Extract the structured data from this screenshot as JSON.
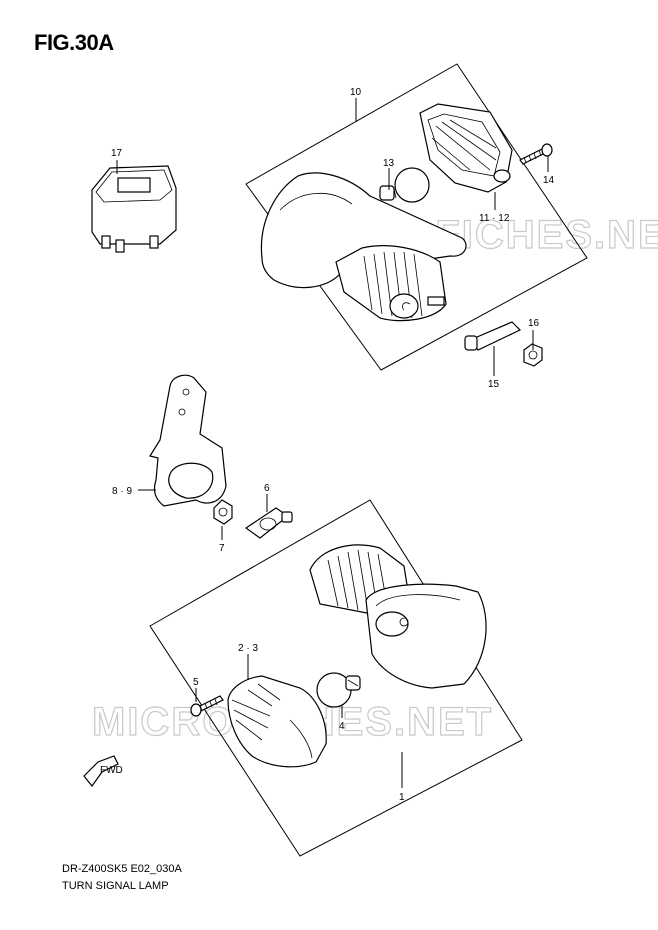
{
  "figure": {
    "title": "FIG.30A"
  },
  "footer": {
    "model_code": "DR-Z400SK5 E02_030A",
    "section_name": "TURN SIGNAL LAMP"
  },
  "watermark": {
    "text": "MICROFICHES.NET"
  },
  "direction_arrow": {
    "label": "FWD"
  },
  "callouts": {
    "c1": "1",
    "c23": "2 · 3",
    "c4": "4",
    "c5": "5",
    "c6": "6",
    "c7": "7",
    "c89": "8 · 9",
    "c10": "10",
    "c1112": "11 · 12",
    "c13": "13",
    "c14": "14",
    "c15": "15",
    "c16": "16",
    "c17": "17"
  }
}
